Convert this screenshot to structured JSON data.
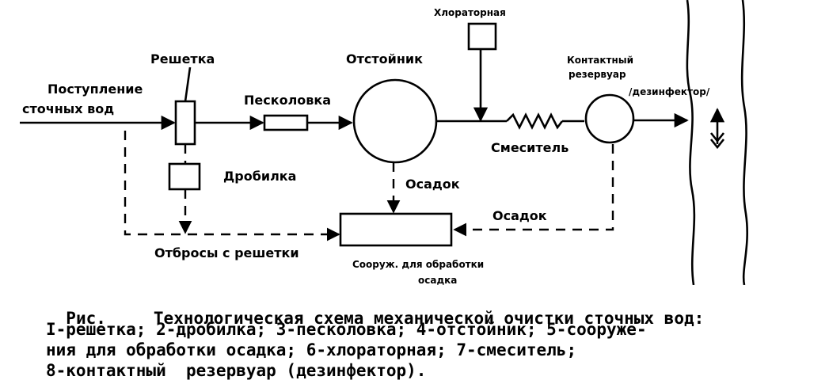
{
  "labels": {
    "inflow_1": "Поступление",
    "inflow_2": "сточных вод",
    "grate": "Решетка",
    "sand_trap": "Песколовка",
    "settler": "Отстойник",
    "chlorinator": "Хлораторная",
    "contact_1": "Контактный",
    "contact_2": "резервуар",
    "contact_3": "/дезинфектор/",
    "crusher": "Дробилка",
    "sediment_1": "Осадок",
    "sediment_2": "Осадок",
    "mixer": "Смеситель",
    "screenings": "Отбросы с решетки",
    "treatment_1": "Сооруж. для обработки",
    "treatment_2": "осадка"
  },
  "caption": {
    "prefix": "Рис.",
    "title": "Технологическая схема механической очистки сточных вод:",
    "line2": "I-решетка; 2-дробилка; 3-песколовка; 4-отстойник; 5-сооруже-",
    "line3": "ния для обработки осадка; 6-хлораторная; 7-смеситель;",
    "line4": "8-контактный  резервуар (дезинфектор)."
  }
}
